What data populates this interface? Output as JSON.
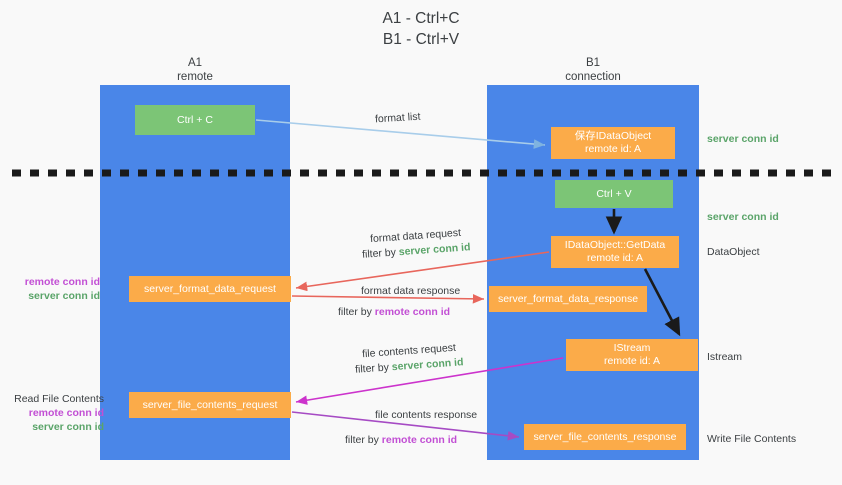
{
  "title": {
    "line1": "A1 - Ctrl+C",
    "line2": "B1 - Ctrl+V"
  },
  "columns": [
    {
      "id": "a1",
      "name": "A1",
      "role": "remote"
    },
    {
      "id": "b1",
      "name": "B1",
      "role": "connection"
    }
  ],
  "nodes": {
    "ctrl_c": {
      "label": "Ctrl + C",
      "color": "#7cc576"
    },
    "ctrl_v": {
      "label": "Ctrl + V",
      "color": "#7cc576"
    },
    "idataobject": {
      "line1": "保存IDataObject",
      "line2": "remote id: A",
      "color": "#fbab49"
    },
    "getdata": {
      "line1": "IDataObject::GetData",
      "line2": "remote id: A",
      "color": "#fbab49"
    },
    "istream": {
      "line1": "IStream",
      "line2": "remote id: A",
      "color": "#fbab49"
    },
    "server_format_data_request": {
      "label": "server_format_data_request",
      "color": "#fbab49"
    },
    "server_format_data_response": {
      "label": "server_format_data_response",
      "color": "#fbab49"
    },
    "server_file_contents_request": {
      "label": "server_file_contents_request",
      "color": "#fbab49"
    },
    "server_file_contents_response": {
      "label": "server_file_contents_response",
      "color": "#fbab49"
    }
  },
  "edge_labels": {
    "format_list": "format list",
    "format_data_request": "format data request",
    "format_data_response": "format data response",
    "file_contents_request": "file contents request",
    "file_contents_response": "file contents response",
    "filter_by": "filter by ",
    "server_conn_id": "server conn id",
    "remote_conn_id": "remote conn id"
  },
  "annotations": {
    "server_conn_id": "server conn id",
    "remote_conn_id": "remote conn id",
    "dataobject": "DataObject",
    "istream": "Istream",
    "write_file_contents": "Write File Contents",
    "read_file_contents": "Read File Contents"
  },
  "colors": {
    "lane": "#4a86e8",
    "green_node": "#7cc576",
    "orange_node": "#fbab49",
    "server_conn_id": "#5aa469",
    "remote_conn_id": "#c24fd4",
    "arrow_light_blue": "#a8cdea",
    "arrow_red": "#e8665c",
    "arrow_magenta": "#cc33cc",
    "arrow_purple": "#a64bc4",
    "arrow_black": "#1a1a1a",
    "background": "#f9f9f9",
    "text": "#3c4043"
  }
}
